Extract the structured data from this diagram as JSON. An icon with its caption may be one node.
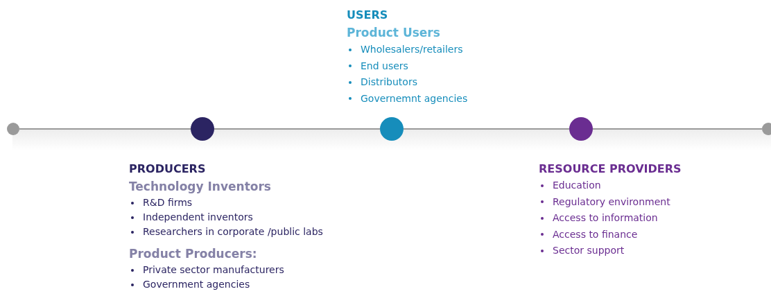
{
  "diagram": {
    "nodes": [
      {
        "text": [],
        "shape": "circle"
      },
      {
        "text": [],
        "shape": "circle",
        "beside": [
          "PRODUCERS",
          "Technology Inventors",
          "R&D firms",
          "Independent inventors",
          "Researchers in corporate /public labs",
          "Product Producers:",
          "Private sector manufacturers",
          "Government agencies"
        ]
      },
      {
        "text": [],
        "shape": "circle",
        "beside": [
          "USERS",
          "Product Users",
          "Wholesalers/retailers",
          "End users",
          "Distributors",
          "Governemnt agencies"
        ]
      },
      {
        "text": [],
        "shape": "circle",
        "beside": [
          "RESOURCE PROVIDERS",
          "Education",
          "Regulatory environment",
          "Access to information",
          "Access to finance",
          "Sector support"
        ]
      },
      {
        "text": [],
        "shape": "circle"
      }
    ],
    "edges": [
      {
        "from": 0,
        "to": 1,
        "arrow": "none"
      },
      {
        "from": 1,
        "to": 2,
        "arrow": "none"
      },
      {
        "from": 2,
        "to": 3,
        "arrow": "none"
      },
      {
        "from": 3,
        "to": 4,
        "arrow": "none"
      }
    ]
  }
}
